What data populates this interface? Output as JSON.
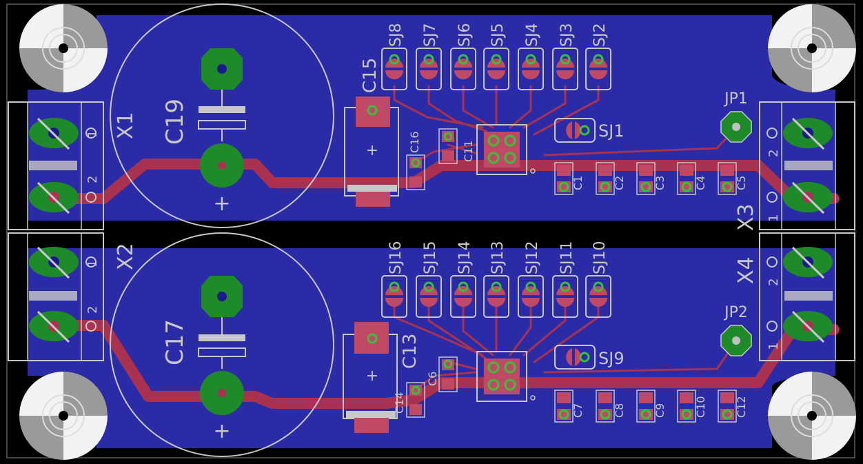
{
  "canvas_label": "EAGLE PCB board layout",
  "colors": {
    "background": "#000000",
    "copper_pour": "#2b2ba8",
    "trace": "#a8324f",
    "pad": "#1f8a2a",
    "drill": "#c0c0c0",
    "silk": "#c8c8c8",
    "smd": "#c04a66"
  },
  "labels": {
    "X1": "X1",
    "X2": "X2",
    "X3": "X3",
    "X4": "X4",
    "C19": "C19",
    "C17": "C17",
    "C15": "C15",
    "C16": "C16",
    "C11": "C11",
    "C13": "C13",
    "C14": "C14",
    "C6": "C6",
    "JP1": "JP1",
    "JP2": "JP2",
    "SJ1": "SJ1",
    "SJ9": "SJ9",
    "top_jumpers": [
      "SJ8",
      "SJ7",
      "SJ6",
      "SJ5",
      "SJ4",
      "SJ3",
      "SJ2"
    ],
    "bottom_jumpers": [
      "SJ16",
      "SJ15",
      "SJ14",
      "SJ13",
      "SJ12",
      "SJ11",
      "SJ10"
    ],
    "top_caps": [
      "C1",
      "C2",
      "C3",
      "C4",
      "C5"
    ],
    "bottom_caps": [
      "C7",
      "C8",
      "C9",
      "C10",
      "C12"
    ],
    "pin_1": "1",
    "pin_2": "2",
    "plus": "+"
  }
}
